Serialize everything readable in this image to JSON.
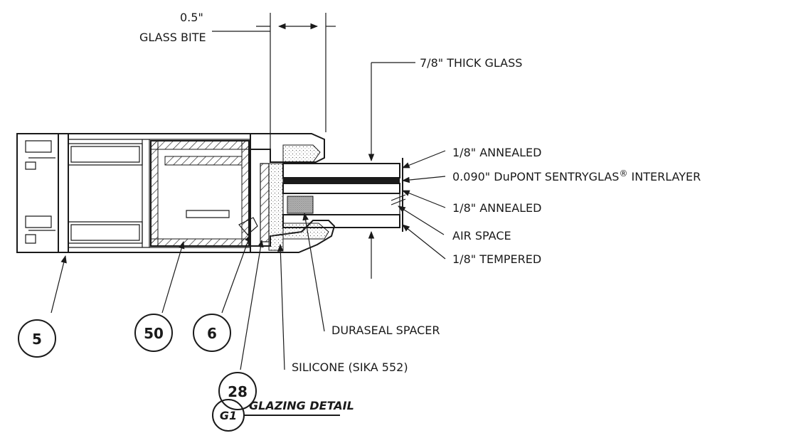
{
  "callouts": {
    "glass_bite_value": "0.5\"",
    "glass_bite_label": "GLASS BITE",
    "thick_glass": "7/8\" THICK GLASS",
    "annealed_top": "1/8\" ANNEALED",
    "interlayer": "0.090\" DuPONT SENTRYGLAS",
    "interlayer_reg": "®",
    "interlayer_suffix": " INTERLAYER",
    "annealed_bottom": "1/8\" ANNEALED",
    "air_space": "AIR SPACE",
    "tempered": "1/8\" TEMPERED",
    "duraseal": "DURASEAL SPACER",
    "silicone": "SILICONE (SIKA 552)"
  },
  "item_bubbles": [
    "5",
    "50",
    "6",
    "28"
  ],
  "title_block": {
    "tag": "G1",
    "title": "GLAZING DETAIL"
  },
  "colors": {
    "ink": "#1a1a1a",
    "spacer_fill": "#a8a8a8",
    "silicone_fill": "#f0f0f0"
  }
}
